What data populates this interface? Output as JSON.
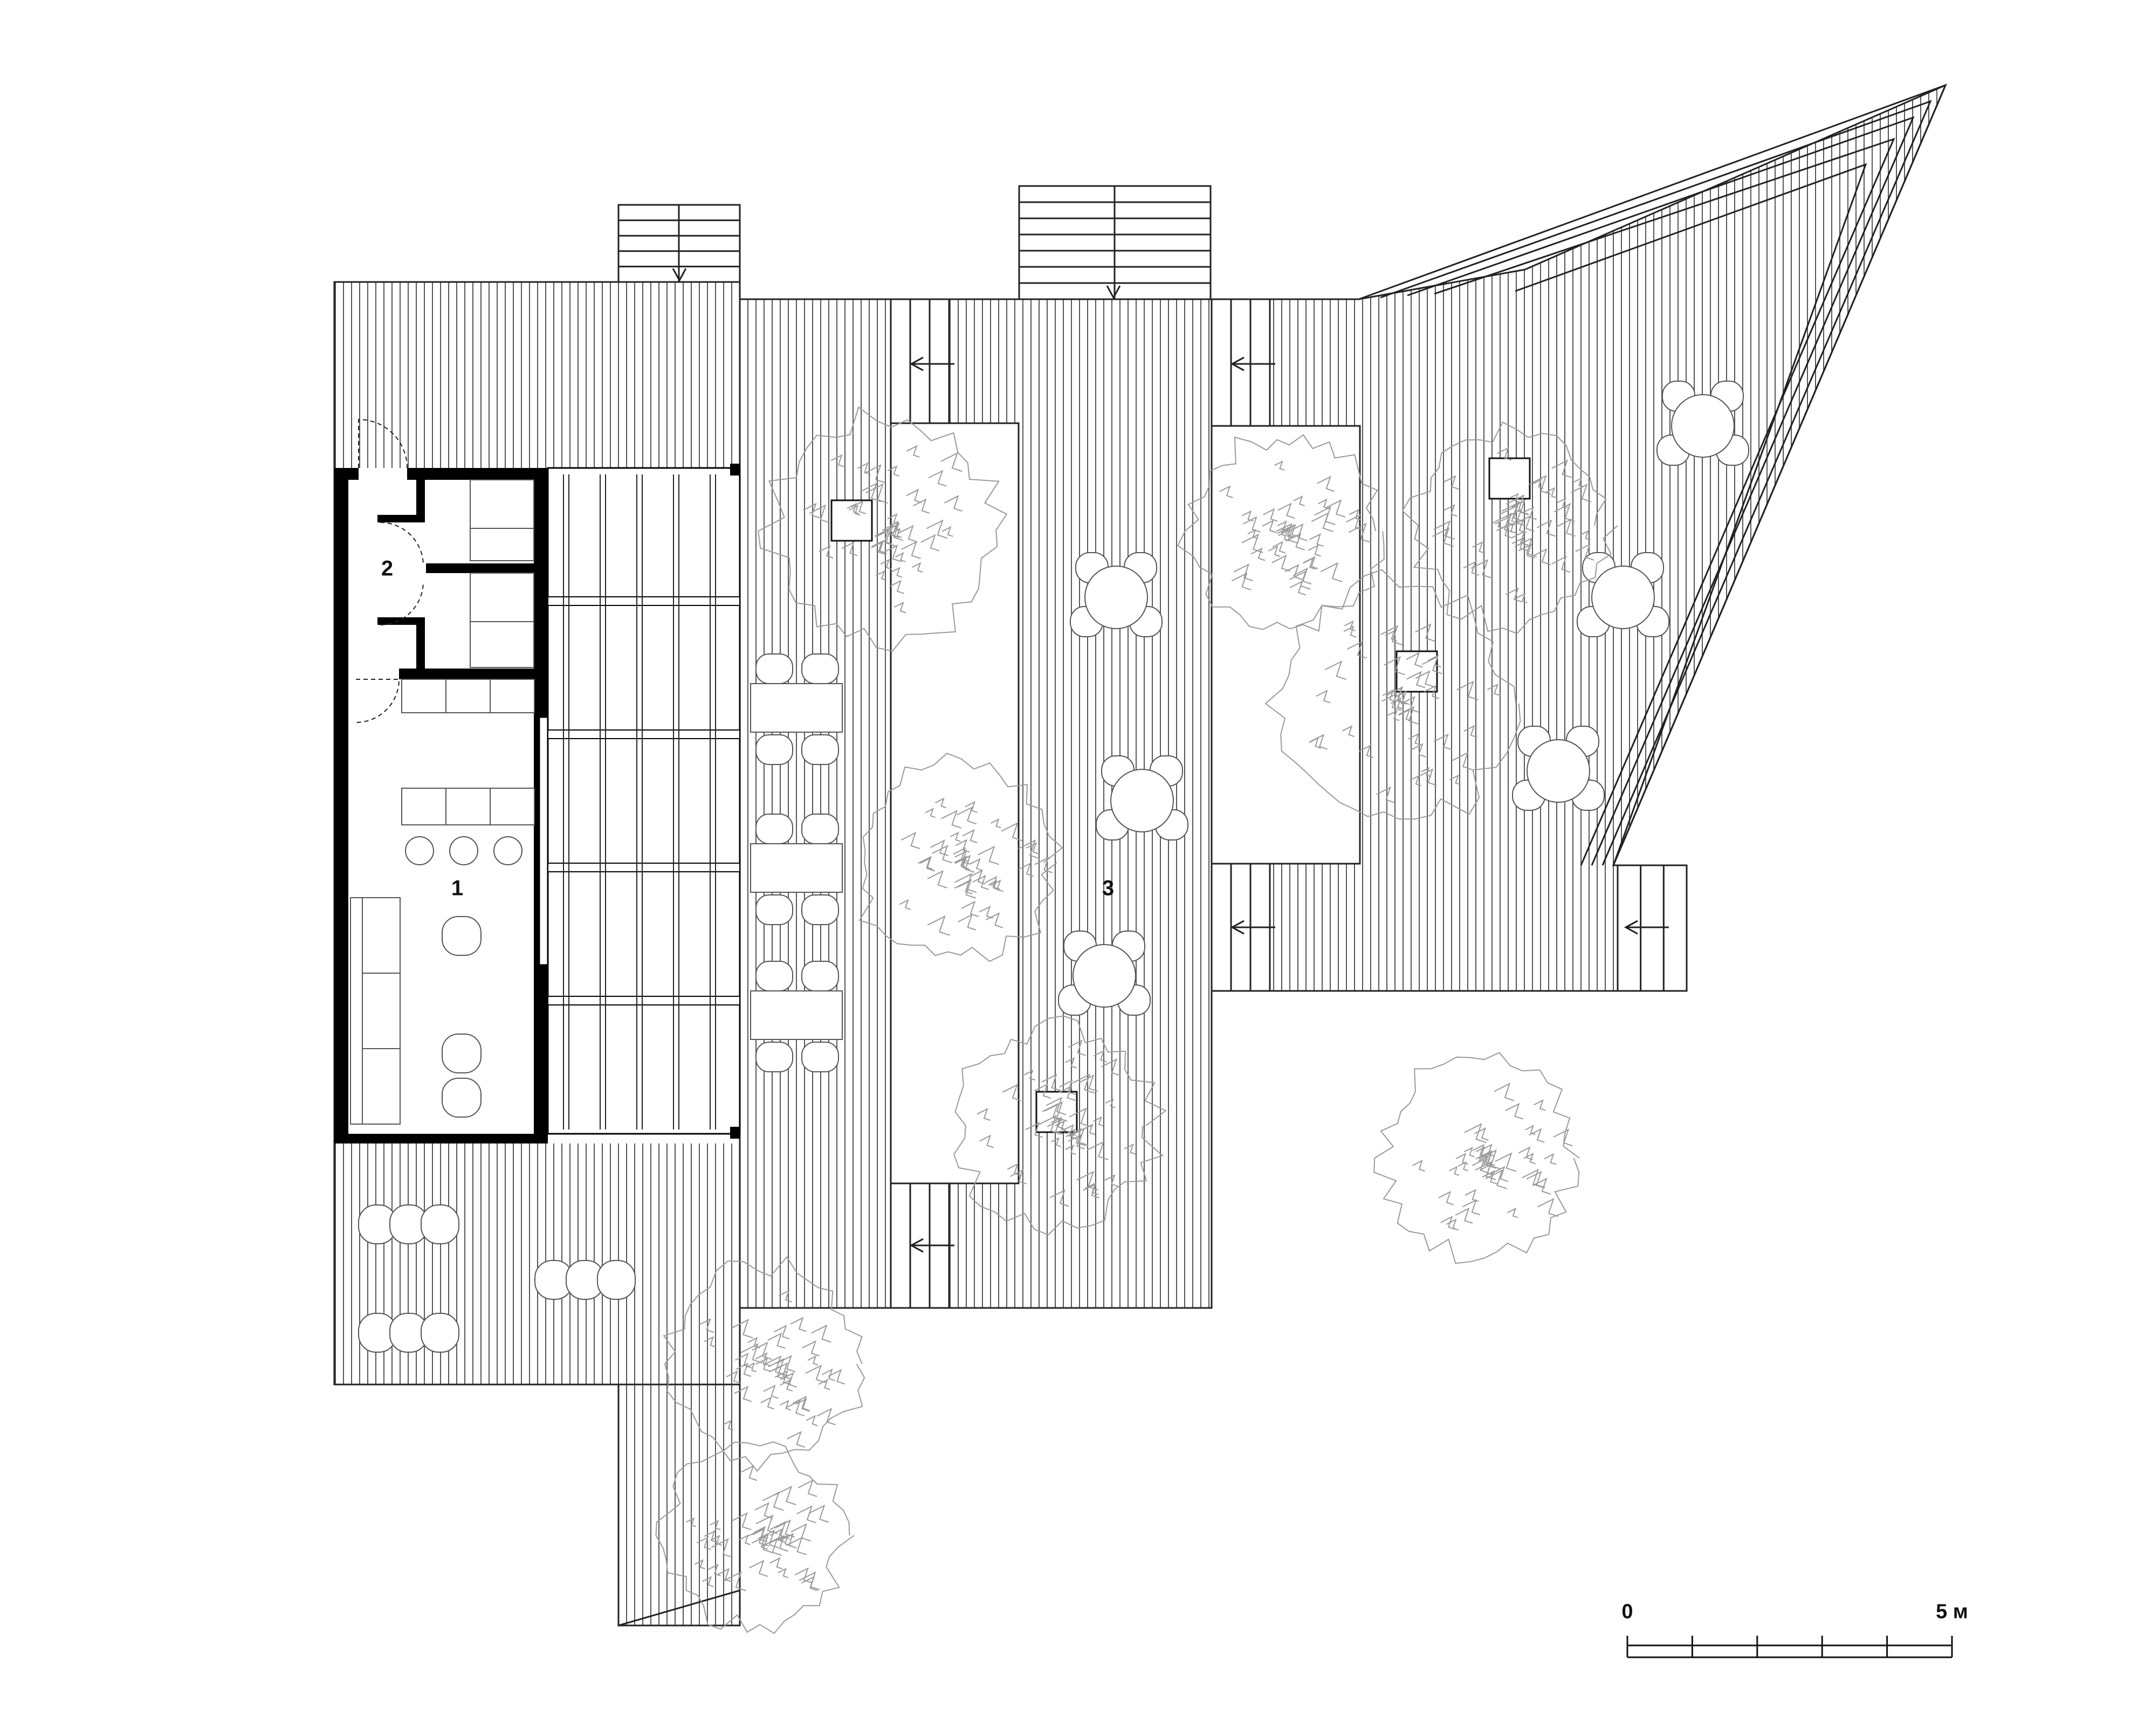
{
  "labels": {
    "room_1": "1",
    "room_2": "2",
    "room_3": "3"
  },
  "scale_bar": {
    "start_label": "0",
    "end_label": "5 м",
    "divisions": 5
  },
  "colors": {
    "line": "#222222",
    "wall": "#000000",
    "tree": "#9a9a9a",
    "background": "#ffffff"
  }
}
